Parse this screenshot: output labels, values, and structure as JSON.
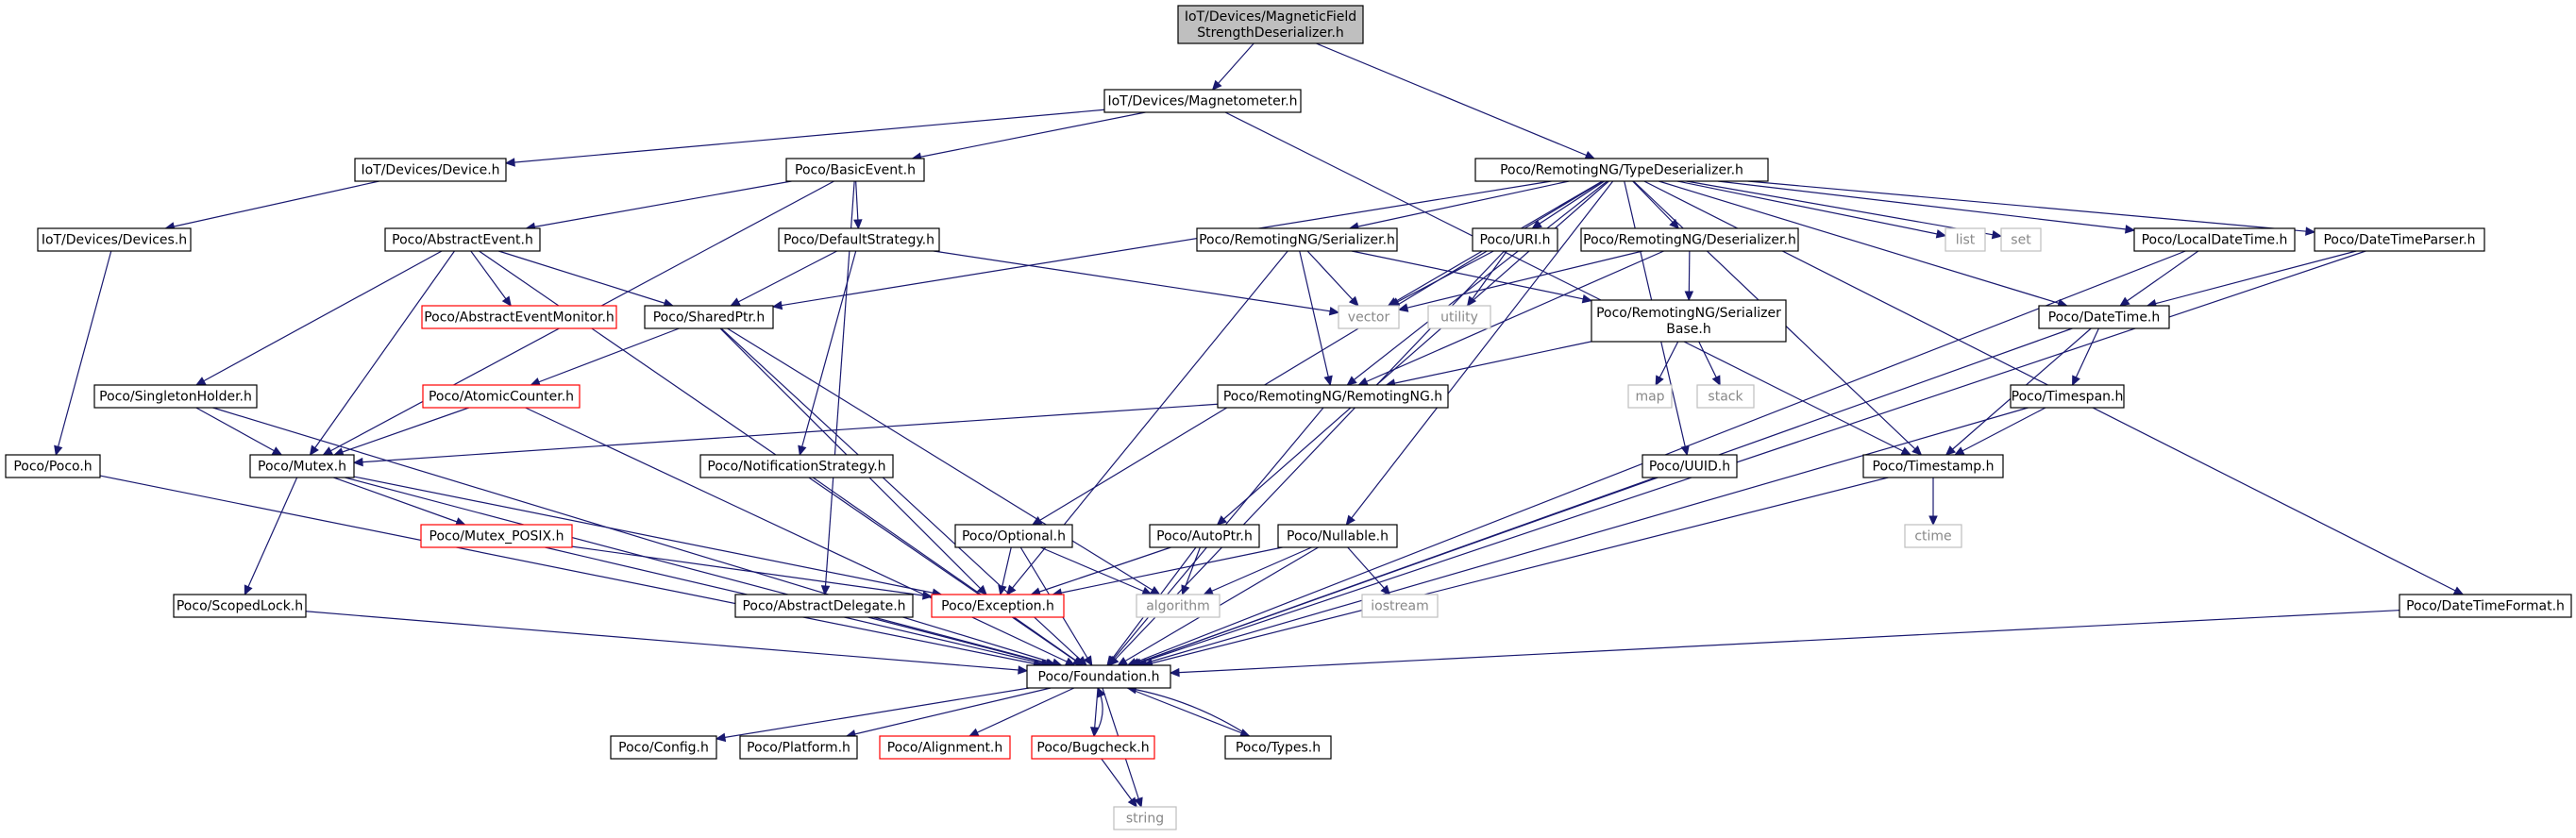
{
  "diagram": {
    "nodes": [
      {
        "id": "root",
        "lines": [
          "IoT/Devices/MagneticField",
          "StrengthDeserializer.h"
        ],
        "style": "root"
      },
      {
        "id": "magnetometer",
        "lines": [
          "IoT/Devices/Magnetometer.h"
        ],
        "style": "normal"
      },
      {
        "id": "device",
        "lines": [
          "IoT/Devices/Device.h"
        ],
        "style": "normal"
      },
      {
        "id": "basicevent",
        "lines": [
          "Poco/BasicEvent.h"
        ],
        "style": "normal"
      },
      {
        "id": "typedeserializer",
        "lines": [
          "Poco/RemotingNG/TypeDeserializer.h"
        ],
        "style": "normal"
      },
      {
        "id": "devices",
        "lines": [
          "IoT/Devices/Devices.h"
        ],
        "style": "normal"
      },
      {
        "id": "abstractevent",
        "lines": [
          "Poco/AbstractEvent.h"
        ],
        "style": "normal"
      },
      {
        "id": "defaultstrategy",
        "lines": [
          "Poco/DefaultStrategy.h"
        ],
        "style": "normal"
      },
      {
        "id": "serializer",
        "lines": [
          "Poco/RemotingNG/Serializer.h"
        ],
        "style": "normal"
      },
      {
        "id": "uri",
        "lines": [
          "Poco/URI.h"
        ],
        "style": "normal"
      },
      {
        "id": "deserializer",
        "lines": [
          "Poco/RemotingNG/Deserializer.h"
        ],
        "style": "normal"
      },
      {
        "id": "list",
        "lines": [
          "list"
        ],
        "style": "ext"
      },
      {
        "id": "set",
        "lines": [
          "set"
        ],
        "style": "ext"
      },
      {
        "id": "localdatetime",
        "lines": [
          "Poco/LocalDateTime.h"
        ],
        "style": "normal"
      },
      {
        "id": "datetimeparser",
        "lines": [
          "Poco/DateTimeParser.h"
        ],
        "style": "normal"
      },
      {
        "id": "aemonitor",
        "lines": [
          "Poco/AbstractEventMonitor.h"
        ],
        "style": "trunc"
      },
      {
        "id": "sharedptr",
        "lines": [
          "Poco/SharedPtr.h"
        ],
        "style": "normal"
      },
      {
        "id": "vector",
        "lines": [
          "vector"
        ],
        "style": "ext"
      },
      {
        "id": "utility",
        "lines": [
          "utility"
        ],
        "style": "ext"
      },
      {
        "id": "serializerbase",
        "lines": [
          "Poco/RemotingNG/Serializer",
          "Base.h"
        ],
        "style": "normal"
      },
      {
        "id": "datetime",
        "lines": [
          "Poco/DateTime.h"
        ],
        "style": "normal"
      },
      {
        "id": "singletonholder",
        "lines": [
          "Poco/SingletonHolder.h"
        ],
        "style": "normal"
      },
      {
        "id": "atomiccounter",
        "lines": [
          "Poco/AtomicCounter.h"
        ],
        "style": "trunc"
      },
      {
        "id": "remotingng",
        "lines": [
          "Poco/RemotingNG/RemotingNG.h"
        ],
        "style": "normal"
      },
      {
        "id": "map",
        "lines": [
          "map"
        ],
        "style": "ext"
      },
      {
        "id": "stack",
        "lines": [
          "stack"
        ],
        "style": "ext"
      },
      {
        "id": "timespan",
        "lines": [
          "Poco/Timespan.h"
        ],
        "style": "normal"
      },
      {
        "id": "poco",
        "lines": [
          "Poco/Poco.h"
        ],
        "style": "normal"
      },
      {
        "id": "mutex",
        "lines": [
          "Poco/Mutex.h"
        ],
        "style": "normal"
      },
      {
        "id": "notificationstrategy",
        "lines": [
          "Poco/NotificationStrategy.h"
        ],
        "style": "normal"
      },
      {
        "id": "uuid",
        "lines": [
          "Poco/UUID.h"
        ],
        "style": "normal"
      },
      {
        "id": "timestamp",
        "lines": [
          "Poco/Timestamp.h"
        ],
        "style": "normal"
      },
      {
        "id": "mutexposix",
        "lines": [
          "Poco/Mutex_POSIX.h"
        ],
        "style": "trunc"
      },
      {
        "id": "optional",
        "lines": [
          "Poco/Optional.h"
        ],
        "style": "normal"
      },
      {
        "id": "autoptr",
        "lines": [
          "Poco/AutoPtr.h"
        ],
        "style": "normal"
      },
      {
        "id": "nullable",
        "lines": [
          "Poco/Nullable.h"
        ],
        "style": "normal"
      },
      {
        "id": "ctime",
        "lines": [
          "ctime"
        ],
        "style": "ext"
      },
      {
        "id": "scopedlock",
        "lines": [
          "Poco/ScopedLock.h"
        ],
        "style": "normal"
      },
      {
        "id": "abstractdelegate",
        "lines": [
          "Poco/AbstractDelegate.h"
        ],
        "style": "normal"
      },
      {
        "id": "exception",
        "lines": [
          "Poco/Exception.h"
        ],
        "style": "trunc"
      },
      {
        "id": "algorithm",
        "lines": [
          "algorithm"
        ],
        "style": "ext"
      },
      {
        "id": "iostream",
        "lines": [
          "iostream"
        ],
        "style": "ext"
      },
      {
        "id": "datetimeformat",
        "lines": [
          "Poco/DateTimeFormat.h"
        ],
        "style": "normal"
      },
      {
        "id": "foundation",
        "lines": [
          "Poco/Foundation.h"
        ],
        "style": "normal"
      },
      {
        "id": "config",
        "lines": [
          "Poco/Config.h"
        ],
        "style": "normal"
      },
      {
        "id": "platform",
        "lines": [
          "Poco/Platform.h"
        ],
        "style": "normal"
      },
      {
        "id": "alignment",
        "lines": [
          "Poco/Alignment.h"
        ],
        "style": "trunc"
      },
      {
        "id": "bugcheck",
        "lines": [
          "Poco/Bugcheck.h"
        ],
        "style": "trunc"
      },
      {
        "id": "types",
        "lines": [
          "Poco/Types.h"
        ],
        "style": "normal"
      },
      {
        "id": "string",
        "lines": [
          "string"
        ],
        "style": "ext"
      }
    ],
    "edges": [
      [
        "root",
        "magnetometer"
      ],
      [
        "root",
        "typedeserializer"
      ],
      [
        "magnetometer",
        "device"
      ],
      [
        "magnetometer",
        "basicevent"
      ],
      [
        "magnetometer",
        "timestamp"
      ],
      [
        "device",
        "devices"
      ],
      [
        "devices",
        "poco"
      ],
      [
        "poco",
        "foundation"
      ],
      [
        "basicevent",
        "abstractevent"
      ],
      [
        "basicevent",
        "defaultstrategy"
      ],
      [
        "basicevent",
        "abstractdelegate"
      ],
      [
        "basicevent",
        "mutex"
      ],
      [
        "abstractevent",
        "aemonitor"
      ],
      [
        "abstractevent",
        "sharedptr"
      ],
      [
        "abstractevent",
        "singletonholder"
      ],
      [
        "abstractevent",
        "mutex"
      ],
      [
        "abstractevent",
        "foundation"
      ],
      [
        "defaultstrategy",
        "sharedptr"
      ],
      [
        "defaultstrategy",
        "notificationstrategy"
      ],
      [
        "defaultstrategy",
        "vector"
      ],
      [
        "sharedptr",
        "atomiccounter"
      ],
      [
        "sharedptr",
        "exception"
      ],
      [
        "sharedptr",
        "algorithm"
      ],
      [
        "sharedptr",
        "foundation"
      ],
      [
        "atomiccounter",
        "mutex"
      ],
      [
        "atomiccounter",
        "foundation"
      ],
      [
        "singletonholder",
        "mutex"
      ],
      [
        "singletonholder",
        "foundation"
      ],
      [
        "mutex",
        "mutexposix"
      ],
      [
        "mutex",
        "scopedlock"
      ],
      [
        "mutex",
        "exception"
      ],
      [
        "mutex",
        "foundation"
      ],
      [
        "mutexposix",
        "exception"
      ],
      [
        "mutexposix",
        "foundation"
      ],
      [
        "scopedlock",
        "foundation"
      ],
      [
        "notificationstrategy",
        "foundation"
      ],
      [
        "abstractdelegate",
        "foundation"
      ],
      [
        "exception",
        "foundation"
      ],
      [
        "typedeserializer",
        "serializer"
      ],
      [
        "typedeserializer",
        "uri"
      ],
      [
        "typedeserializer",
        "deserializer"
      ],
      [
        "typedeserializer",
        "list"
      ],
      [
        "typedeserializer",
        "set"
      ],
      [
        "typedeserializer",
        "localdatetime"
      ],
      [
        "typedeserializer",
        "datetimeparser"
      ],
      [
        "typedeserializer",
        "datetimeformat"
      ],
      [
        "typedeserializer",
        "sharedptr"
      ],
      [
        "typedeserializer",
        "vector"
      ],
      [
        "typedeserializer",
        "remotingng"
      ],
      [
        "typedeserializer",
        "optional"
      ],
      [
        "typedeserializer",
        "autoptr"
      ],
      [
        "typedeserializer",
        "nullable"
      ],
      [
        "typedeserializer",
        "uuid"
      ],
      [
        "typedeserializer",
        "timestamp"
      ],
      [
        "typedeserializer",
        "datetime"
      ],
      [
        "serializer",
        "serializerbase"
      ],
      [
        "serializer",
        "remotingng"
      ],
      [
        "serializer",
        "vector"
      ],
      [
        "serializer",
        "exception"
      ],
      [
        "deserializer",
        "serializerbase"
      ],
      [
        "deserializer",
        "remotingng"
      ],
      [
        "deserializer",
        "vector"
      ],
      [
        "uri",
        "vector"
      ],
      [
        "uri",
        "utility"
      ],
      [
        "uri",
        "foundation"
      ],
      [
        "serializerbase",
        "map"
      ],
      [
        "serializerbase",
        "stack"
      ],
      [
        "serializerbase",
        "remotingng"
      ],
      [
        "remotingng",
        "mutex"
      ],
      [
        "remotingng",
        "foundation"
      ],
      [
        "optional",
        "exception"
      ],
      [
        "optional",
        "algorithm"
      ],
      [
        "optional",
        "foundation"
      ],
      [
        "autoptr",
        "exception"
      ],
      [
        "autoptr",
        "algorithm"
      ],
      [
        "autoptr",
        "foundation"
      ],
      [
        "nullable",
        "exception"
      ],
      [
        "nullable",
        "algorithm"
      ],
      [
        "nullable",
        "iostream"
      ],
      [
        "nullable",
        "foundation"
      ],
      [
        "uuid",
        "foundation"
      ],
      [
        "localdatetime",
        "datetime"
      ],
      [
        "localdatetime",
        "foundation"
      ],
      [
        "datetimeparser",
        "datetime"
      ],
      [
        "datetimeparser",
        "foundation"
      ],
      [
        "datetime",
        "timestamp"
      ],
      [
        "datetime",
        "timespan"
      ],
      [
        "datetime",
        "foundation"
      ],
      [
        "timespan",
        "timestamp"
      ],
      [
        "timespan",
        "foundation"
      ],
      [
        "timestamp",
        "ctime"
      ],
      [
        "timestamp",
        "foundation"
      ],
      [
        "datetimeformat",
        "foundation"
      ],
      [
        "foundation",
        "config"
      ],
      [
        "foundation",
        "platform"
      ],
      [
        "foundation",
        "alignment"
      ],
      [
        "foundation",
        "bugcheck"
      ],
      [
        "foundation",
        "types"
      ],
      [
        "foundation",
        "string"
      ],
      [
        "bugcheck",
        "foundation"
      ],
      [
        "bugcheck",
        "string"
      ],
      [
        "types",
        "foundation"
      ]
    ],
    "colors": {
      "edge": "#191970",
      "root_fill": "#bfbfbf",
      "normal_border": "#000000",
      "truncated_border": "#ff0000",
      "external_border": "#bfbfbf"
    }
  }
}
